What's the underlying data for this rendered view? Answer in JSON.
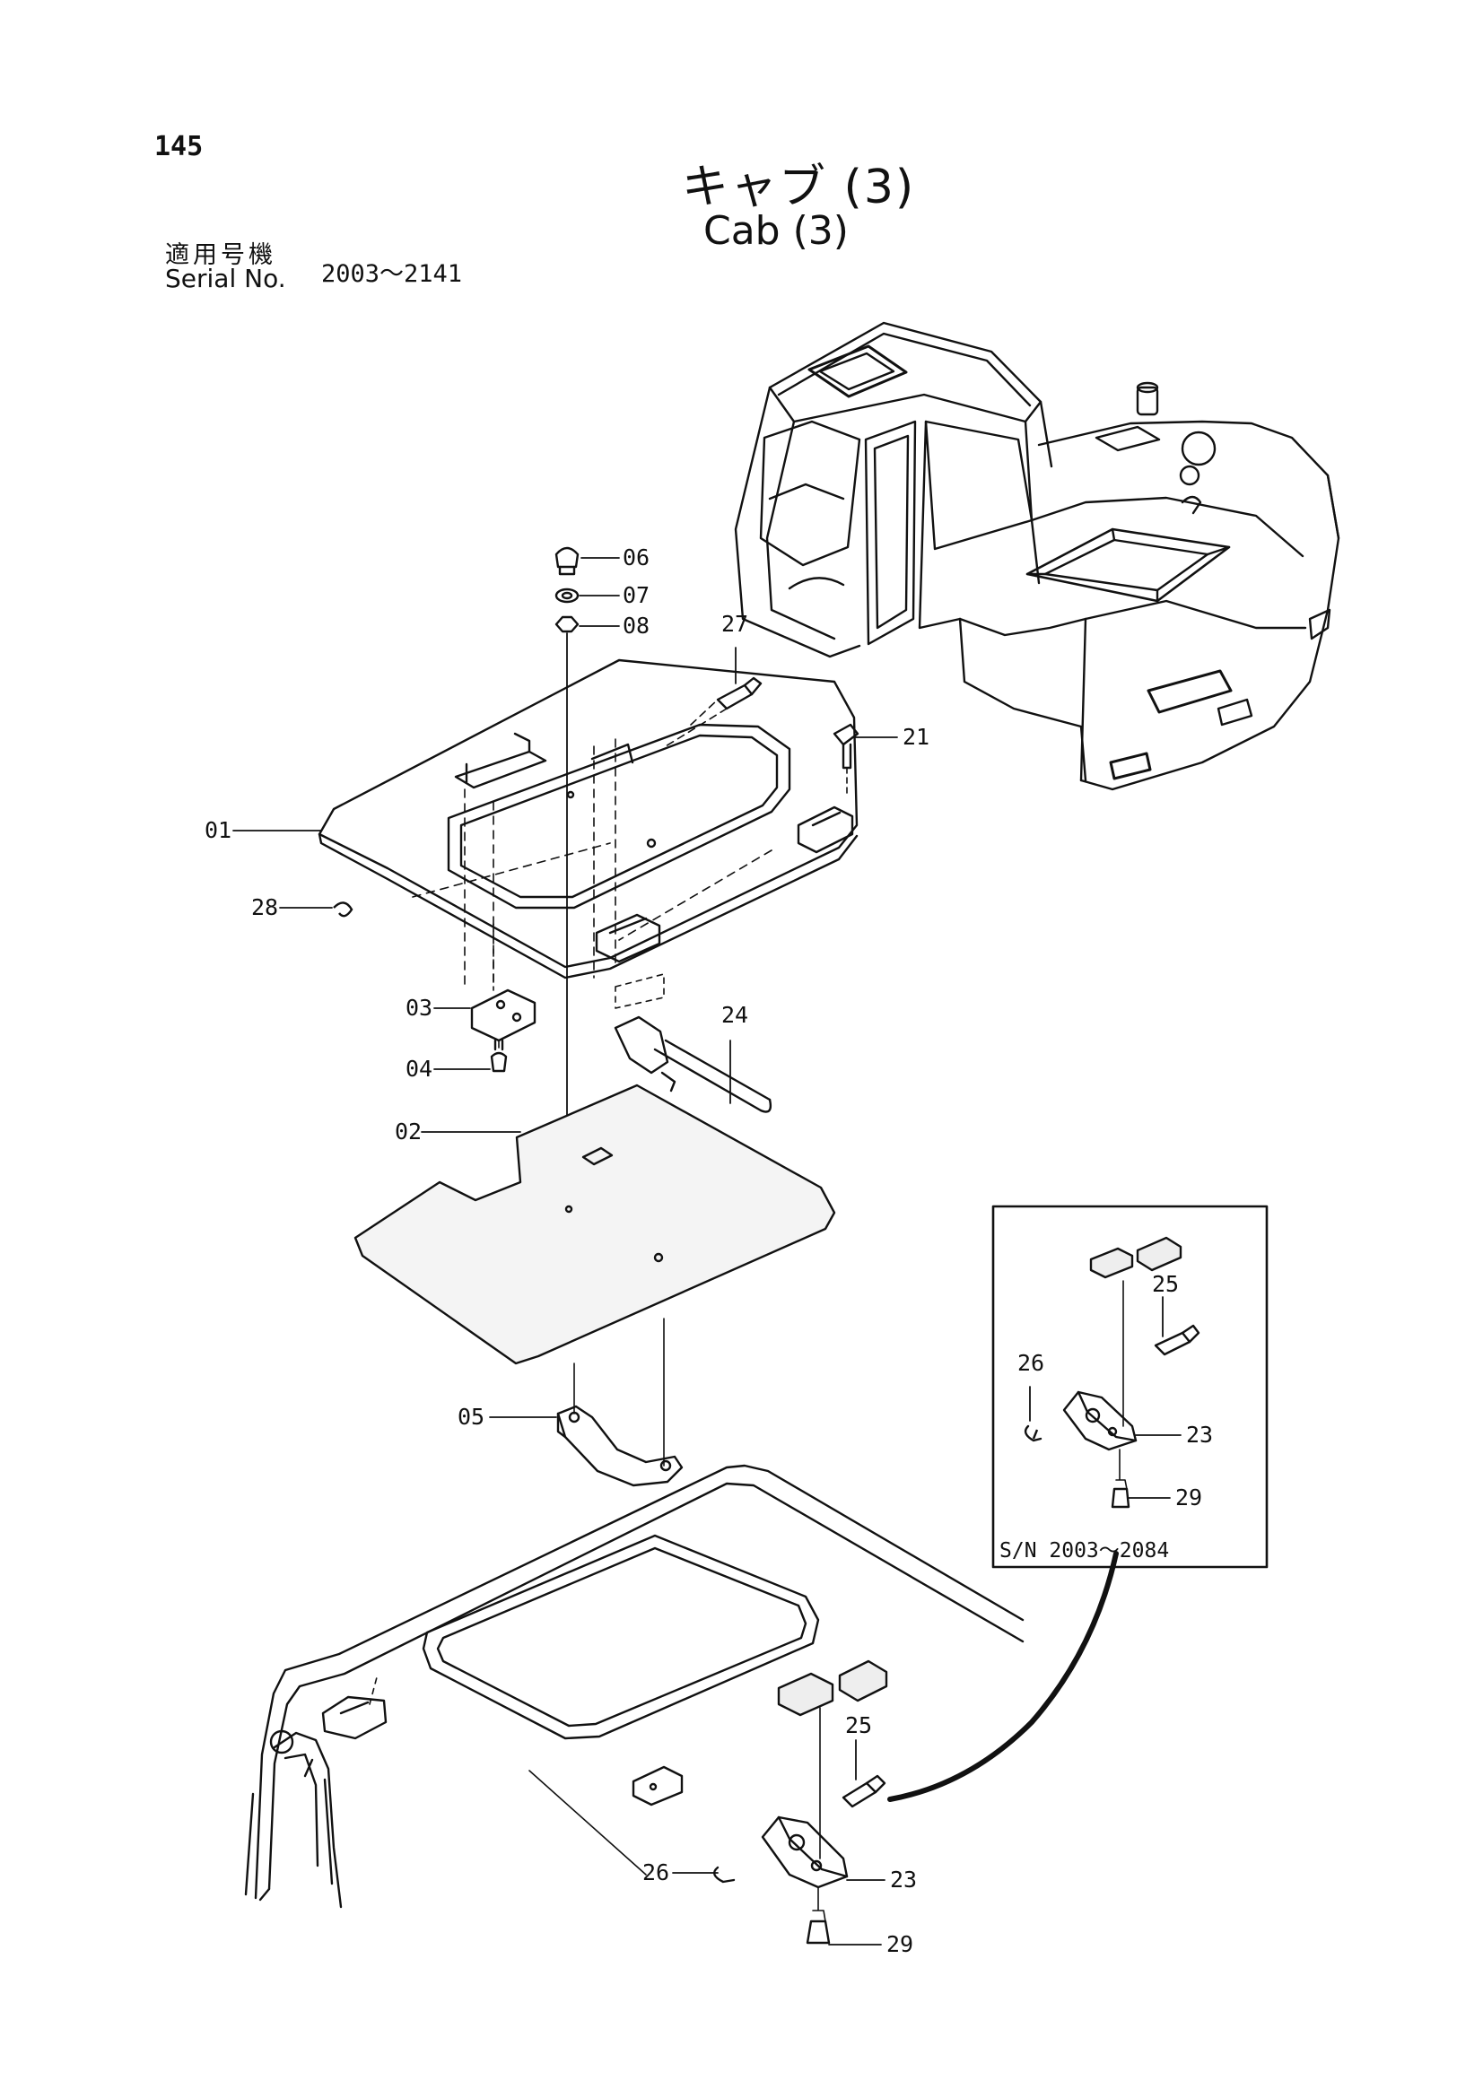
{
  "header": {
    "page_number": "145",
    "title_jp": "キャブ (3)",
    "title_en": "Cab (3)",
    "serial_label_jp": "適用号機",
    "serial_label_en": "Serial No.",
    "serial_range": "2003～2141"
  },
  "inset": {
    "label": "S/N 2003～2084"
  },
  "callouts": {
    "c06": "06",
    "c07": "07",
    "c08": "08",
    "c27": "27",
    "c21": "21",
    "c01": "01",
    "c28": "28",
    "c03": "03",
    "c04": "04",
    "c24": "24",
    "c02": "02",
    "c05": "05",
    "inset_c25": "25",
    "inset_c26": "26",
    "inset_c23": "23",
    "inset_c29": "29",
    "main_c25": "25",
    "main_c26": "26",
    "main_c23": "23",
    "main_c29": "29"
  }
}
